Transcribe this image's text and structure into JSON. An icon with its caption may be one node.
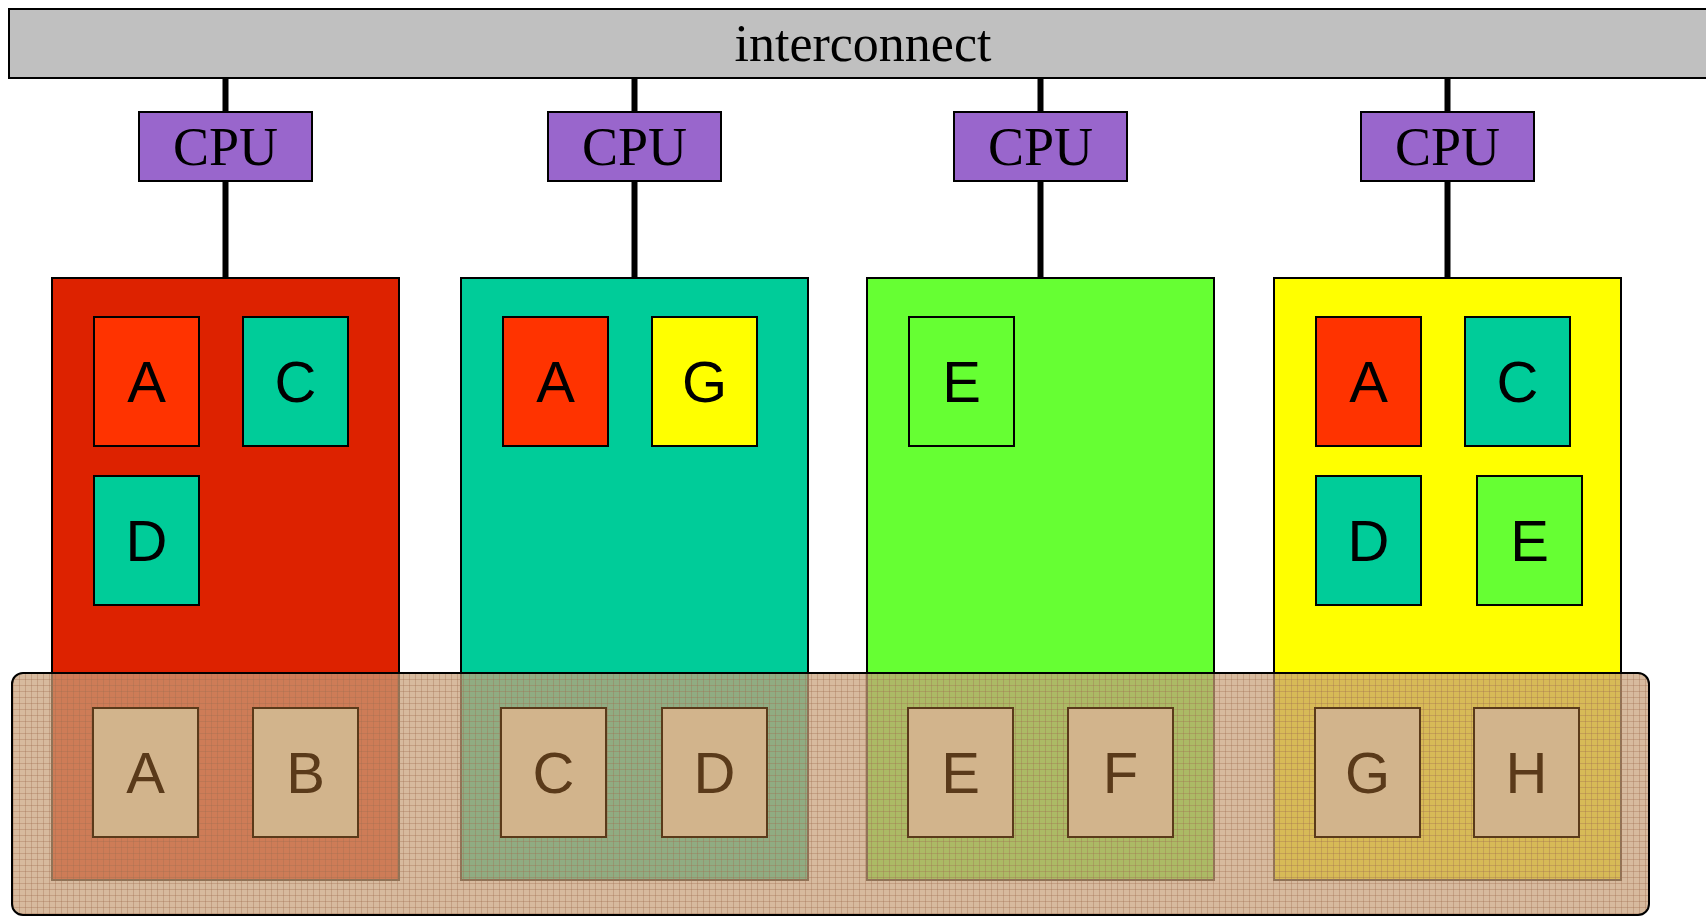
{
  "diagram": {
    "nodes": [
      {
        "text": [
          "interconnect"
        ]
      },
      {
        "text": [
          "CPU"
        ]
      },
      {
        "text": [
          "CPU"
        ]
      },
      {
        "text": [
          "CPU"
        ]
      },
      {
        "text": [
          "CPU"
        ]
      },
      {
        "text": [],
        "shape": "box"
      },
      {
        "text": [
          "A"
        ],
        "in": 5
      },
      {
        "text": [
          "C"
        ],
        "in": 5
      },
      {
        "text": [
          "D"
        ],
        "in": 5
      },
      {
        "text": [],
        "shape": "box"
      },
      {
        "text": [
          "A"
        ],
        "in": 9
      },
      {
        "text": [
          "G"
        ],
        "in": 9
      },
      {
        "text": [],
        "shape": "box"
      },
      {
        "text": [
          "E"
        ],
        "in": 12
      },
      {
        "text": [],
        "shape": "box"
      },
      {
        "text": [
          "A"
        ],
        "in": 14
      },
      {
        "text": [
          "C"
        ],
        "in": 14
      },
      {
        "text": [
          "D"
        ],
        "in": 14
      },
      {
        "text": [
          "E"
        ],
        "in": 14
      },
      {
        "text": [],
        "shape": "box"
      },
      {
        "text": [
          "A"
        ]
      },
      {
        "text": [
          "B"
        ]
      },
      {
        "text": [
          "C"
        ]
      },
      {
        "text": [
          "D"
        ]
      },
      {
        "text": [
          "E"
        ]
      },
      {
        "text": [
          "F"
        ]
      },
      {
        "text": [
          "G"
        ]
      },
      {
        "text": [
          "H"
        ]
      }
    ],
    "edges": [
      {
        "from": 0,
        "to": 1,
        "arrow": "none"
      },
      {
        "from": 0,
        "to": 2,
        "arrow": "none"
      },
      {
        "from": 0,
        "to": 3,
        "arrow": "none"
      },
      {
        "from": 0,
        "to": 4,
        "arrow": "none"
      },
      {
        "from": 1,
        "to": 5,
        "arrow": "none"
      },
      {
        "from": 2,
        "to": 9,
        "arrow": "none"
      },
      {
        "from": 3,
        "to": 12,
        "arrow": "none"
      },
      {
        "from": 4,
        "to": 14,
        "arrow": "none"
      }
    ]
  }
}
